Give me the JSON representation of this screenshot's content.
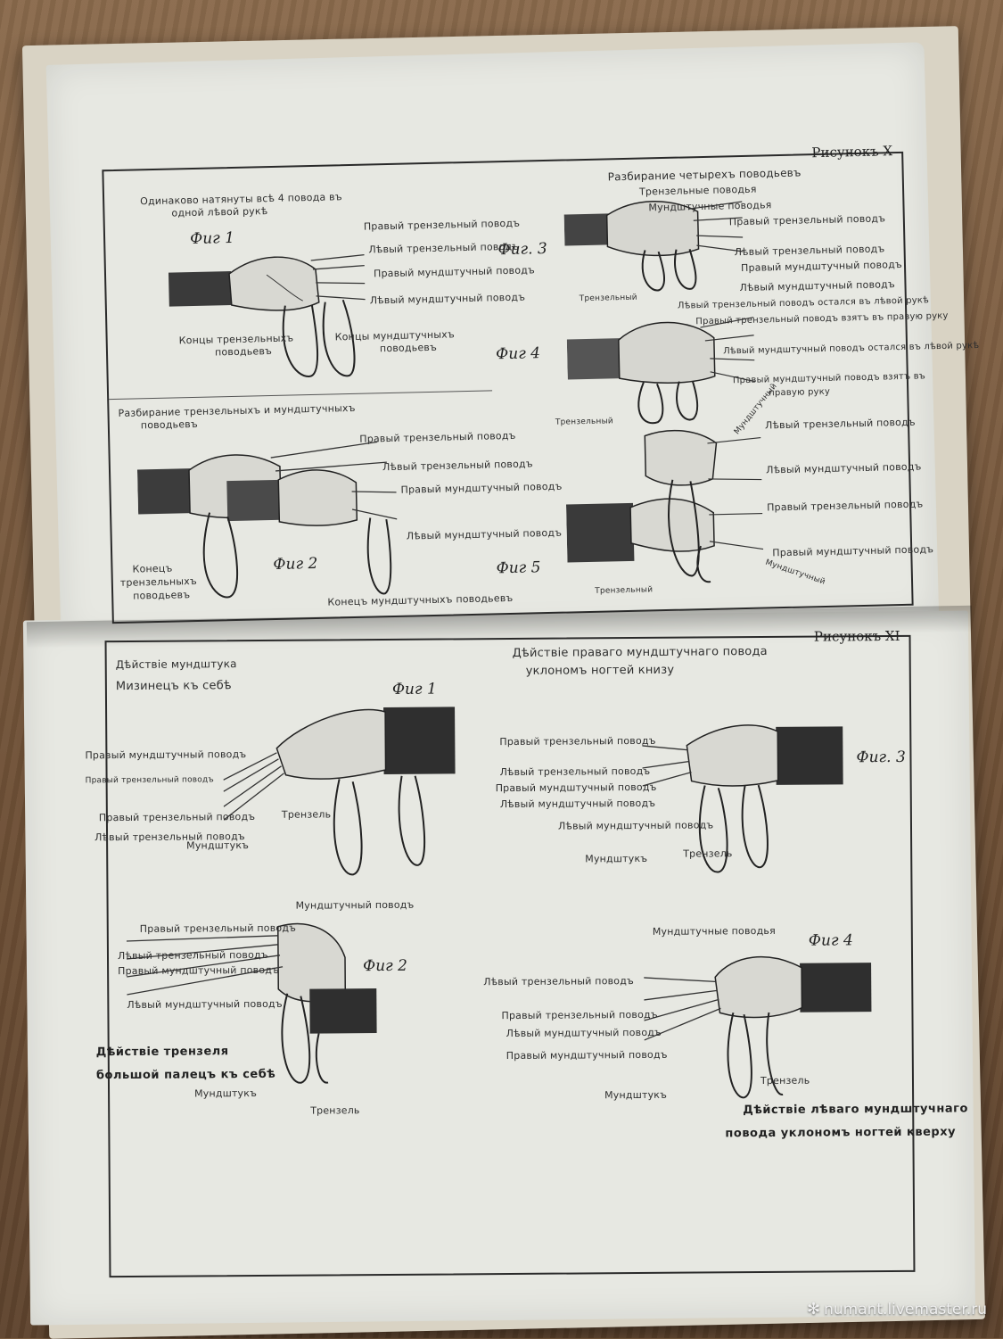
{
  "plate_x": {
    "title": "Рисунокъ X",
    "header_left": [
      "Одинаково натянуты всѣ 4 повода въ",
      "одной лѣвой рукѣ"
    ],
    "header_right": "Разбирание четырехъ поводьевъ",
    "fig1": "Фиг 1",
    "fig1_labels": [
      "Правый трензельный поводъ",
      "Лѣвый трензельный поводъ",
      "Правый мундштучный поводъ",
      "Лѣвый мундштучный поводъ"
    ],
    "fig1_ends_left": [
      "Концы трензельныхъ",
      "поводьевъ"
    ],
    "fig1_ends_right": [
      "Концы мундштучныхъ",
      "поводьевъ"
    ],
    "fig3": "Фиг. 3",
    "fig3_labels": [
      "Трензельные поводья",
      "Мундштучные поводья",
      "Правый трензельный поводъ",
      "Лѣвый трензельный поводъ",
      "Правый мундштучный поводъ",
      "Лѣвый мундштучный поводъ"
    ],
    "fig3_bottom": "Трензельный",
    "fig4": "Фиг 4",
    "fig4_labels": [
      "Лѣвый трензельный поводъ остался въ лѣвой рукѣ",
      "Правый трензельный поводъ взятъ въ правую руку",
      "Лѣвый мундштучный поводъ остался въ лѣвой рукѣ",
      "Правый мундштучный поводъ взятъ въ",
      "правую руку"
    ],
    "fig4_bottom_left": "Трензельный",
    "fig4_bottom_right": "Мундштучный",
    "section2": [
      "Разбирание трензельныхъ и мундштучныхъ",
      "поводьевъ"
    ],
    "fig2": "Фиг 2",
    "fig2_labels": [
      "Правый трензельный поводъ",
      "Лѣвый трензельный поводъ",
      "Правый мундштучный поводъ",
      "Лѣвый мундштучный поводъ"
    ],
    "fig2_ends": [
      "Конецъ",
      "трензельныхъ",
      "поводьевъ"
    ],
    "fig2_bottom": "Конецъ мундштучныхъ поводьевъ",
    "fig5": "Фиг 5",
    "fig5_labels": [
      "Лѣвый трензельный поводъ",
      "Лѣвый мундштучный поводъ",
      "Правый трензельный поводъ",
      "Правый мундштучный поводъ"
    ],
    "fig5_bottom": "Трензельный",
    "fig5_bottom_right": "Мундштучный"
  },
  "plate_xi": {
    "title": "Рисунокъ XI",
    "header_left": [
      "Дѣйствіе мундштука",
      "Мизинецъ къ себѣ"
    ],
    "header_right": [
      "Дѣйствіе праваго мундштучнаго повода",
      "уклономъ ногтей книзу"
    ],
    "fig1": "Фиг 1",
    "fig1_labels": [
      "Правый мундштучный поводъ",
      "Правый трензельный поводъ",
      "Правый трензельный поводъ",
      "Лѣвый трензельный поводъ",
      "Мундштукъ",
      "Трензель"
    ],
    "fig3": "Фиг. 3",
    "fig3_labels": [
      "Правый трензельный поводъ",
      "Лѣвый трензельный поводъ",
      "Правый мундштучный поводъ",
      "Лѣвый мундштучный поводъ",
      "Лѣвый мундштучный поводъ",
      "Мундштукъ",
      "Трензель"
    ],
    "fig2": "Фиг 2",
    "fig2_labels": [
      "Мундштучный поводъ",
      "Правый трензельный поводъ",
      "Лѣвый трензельный поводъ",
      "Правый мундштучный поводъ",
      "Лѣвый мундштучный поводъ"
    ],
    "fig2_caption": [
      "Дѣйствіе трензеля",
      "большой палецъ къ себѣ"
    ],
    "fig2_bottom_left": "Мундштукъ",
    "fig2_bottom_right": "Трензель",
    "fig4": "Фиг 4",
    "fig4_labels": [
      "Мундштучные поводья",
      "Лѣвый трензельный поводъ",
      "Правый трензельный поводъ",
      "Лѣвый мундштучный поводъ",
      "Правый мундштучный поводъ"
    ],
    "fig4_bottom_left": "Мундштукъ",
    "fig4_bottom_right": "Трензель",
    "fig4_caption": [
      "Дѣйствіе лѣваго мундштучнаго",
      "повода уклономъ ногтей кверху"
    ]
  },
  "watermark": "numant.livemaster.ru"
}
